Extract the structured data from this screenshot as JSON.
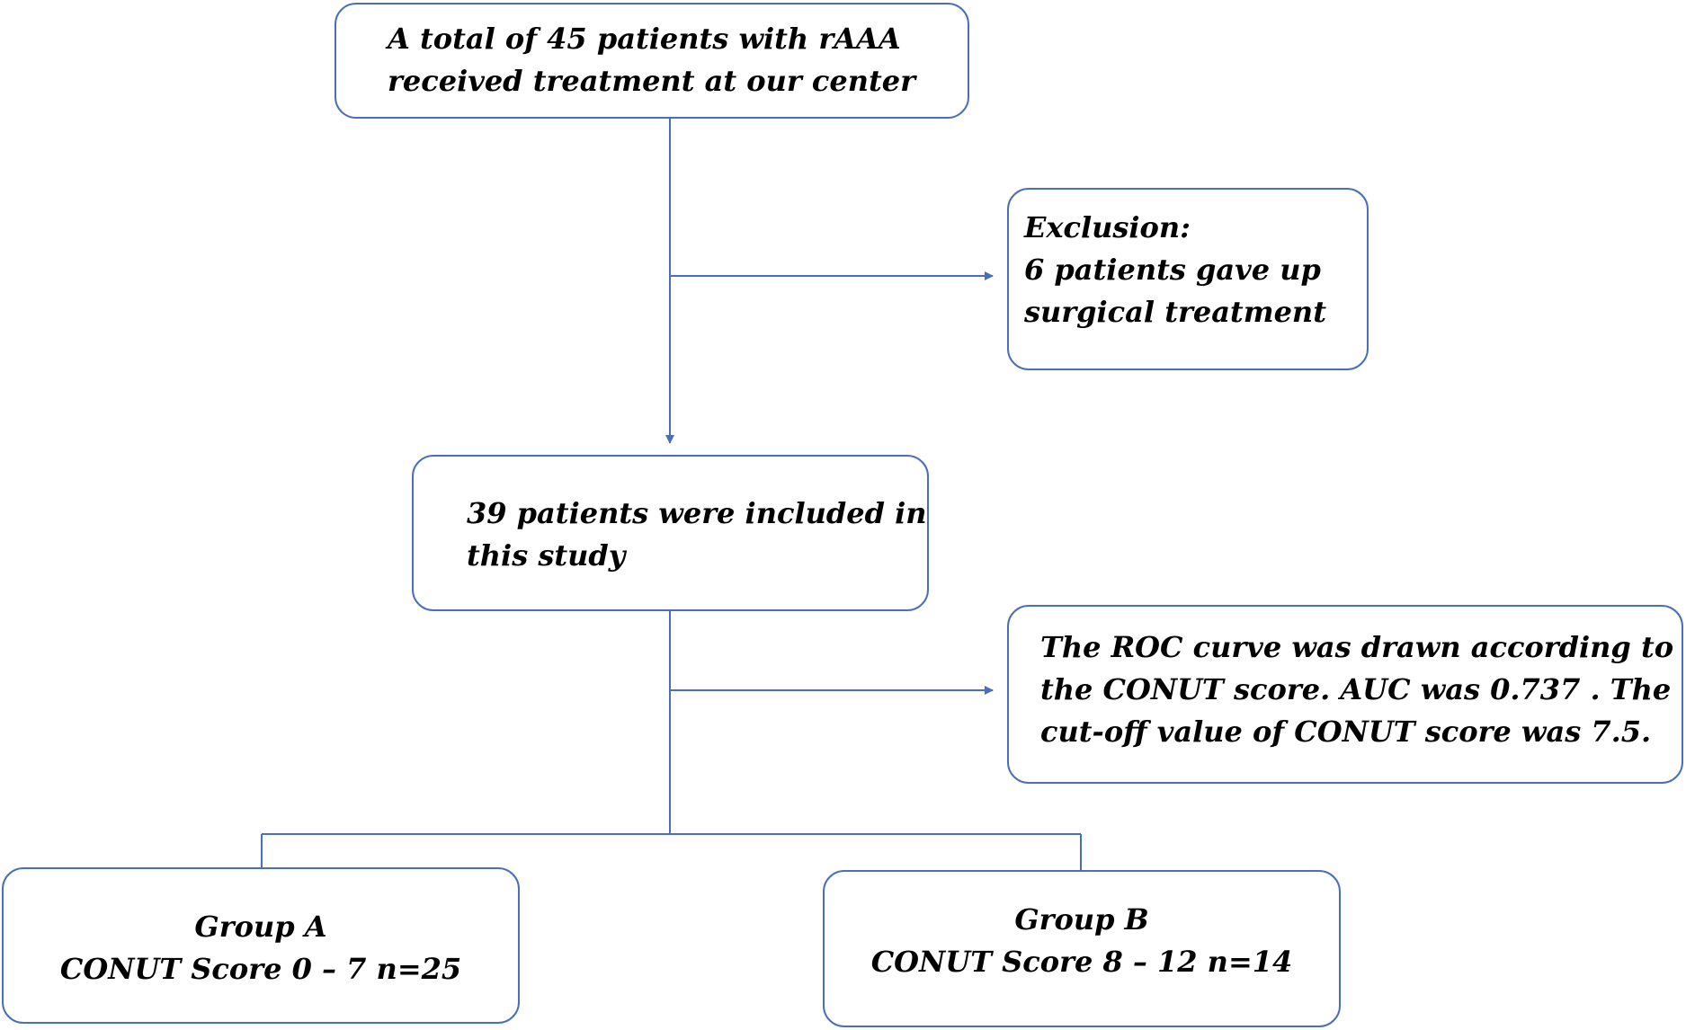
{
  "diagram": {
    "line_color": "#4a6fb8",
    "boxes": {
      "start": {
        "lines": [
          "A total of 45 patients with rAAA",
          "received treatment at our center"
        ]
      },
      "exclusion": {
        "lines": [
          "Exclusion:",
          "6 patients gave up",
          "surgical treatment"
        ]
      },
      "included": {
        "lines": [
          "39 patients were included in",
          "this study"
        ]
      },
      "roc": {
        "lines": [
          "The ROC curve was drawn according to",
          "the CONUT score. AUC was 0.737 . The",
          "cut-off value of CONUT score was 7.5."
        ]
      },
      "group_a": {
        "lines": [
          "Group A",
          "CONUT Score 0 – 7 n=25"
        ]
      },
      "group_b": {
        "lines": [
          "Group B",
          "CONUT Score 8 – 12 n=14"
        ]
      }
    }
  }
}
